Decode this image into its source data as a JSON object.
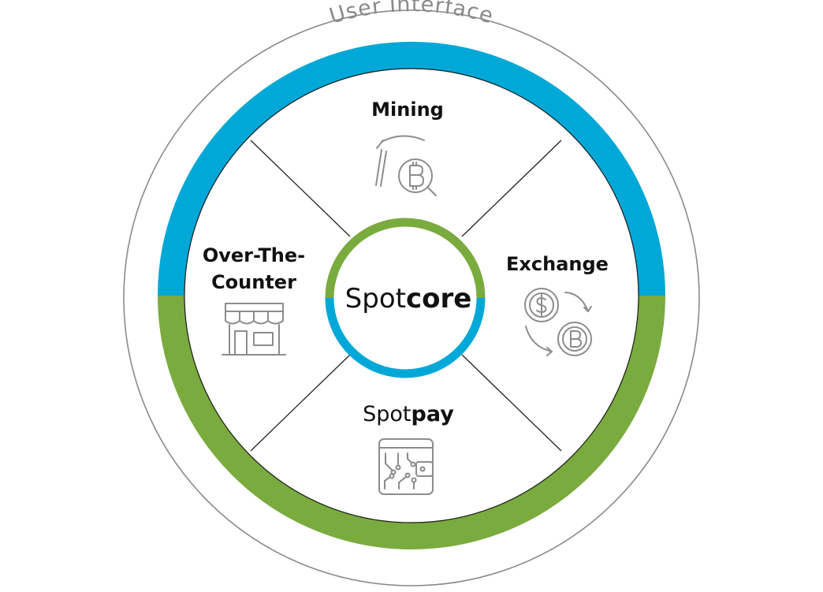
{
  "outer_label": "User Interface",
  "center": {
    "light": "Spot",
    "bold": "core"
  },
  "segments": {
    "top": {
      "title": "Mining",
      "icon": "pickaxe-bitcoin-icon"
    },
    "right": {
      "title": "Exchange",
      "icon": "currency-exchange-icon"
    },
    "bottom": {
      "light": "Spot",
      "bold": "pay",
      "icon": "circuit-wallet-icon"
    },
    "left": {
      "title_line1": "Over-The-",
      "title_line2": "Counter",
      "icon": "storefront-icon"
    }
  },
  "colors": {
    "blue": "#00a8d8",
    "green": "#7aab3e",
    "outline": "#8a8a8a",
    "divider": "#222222",
    "icon": "#8c8c8c"
  }
}
